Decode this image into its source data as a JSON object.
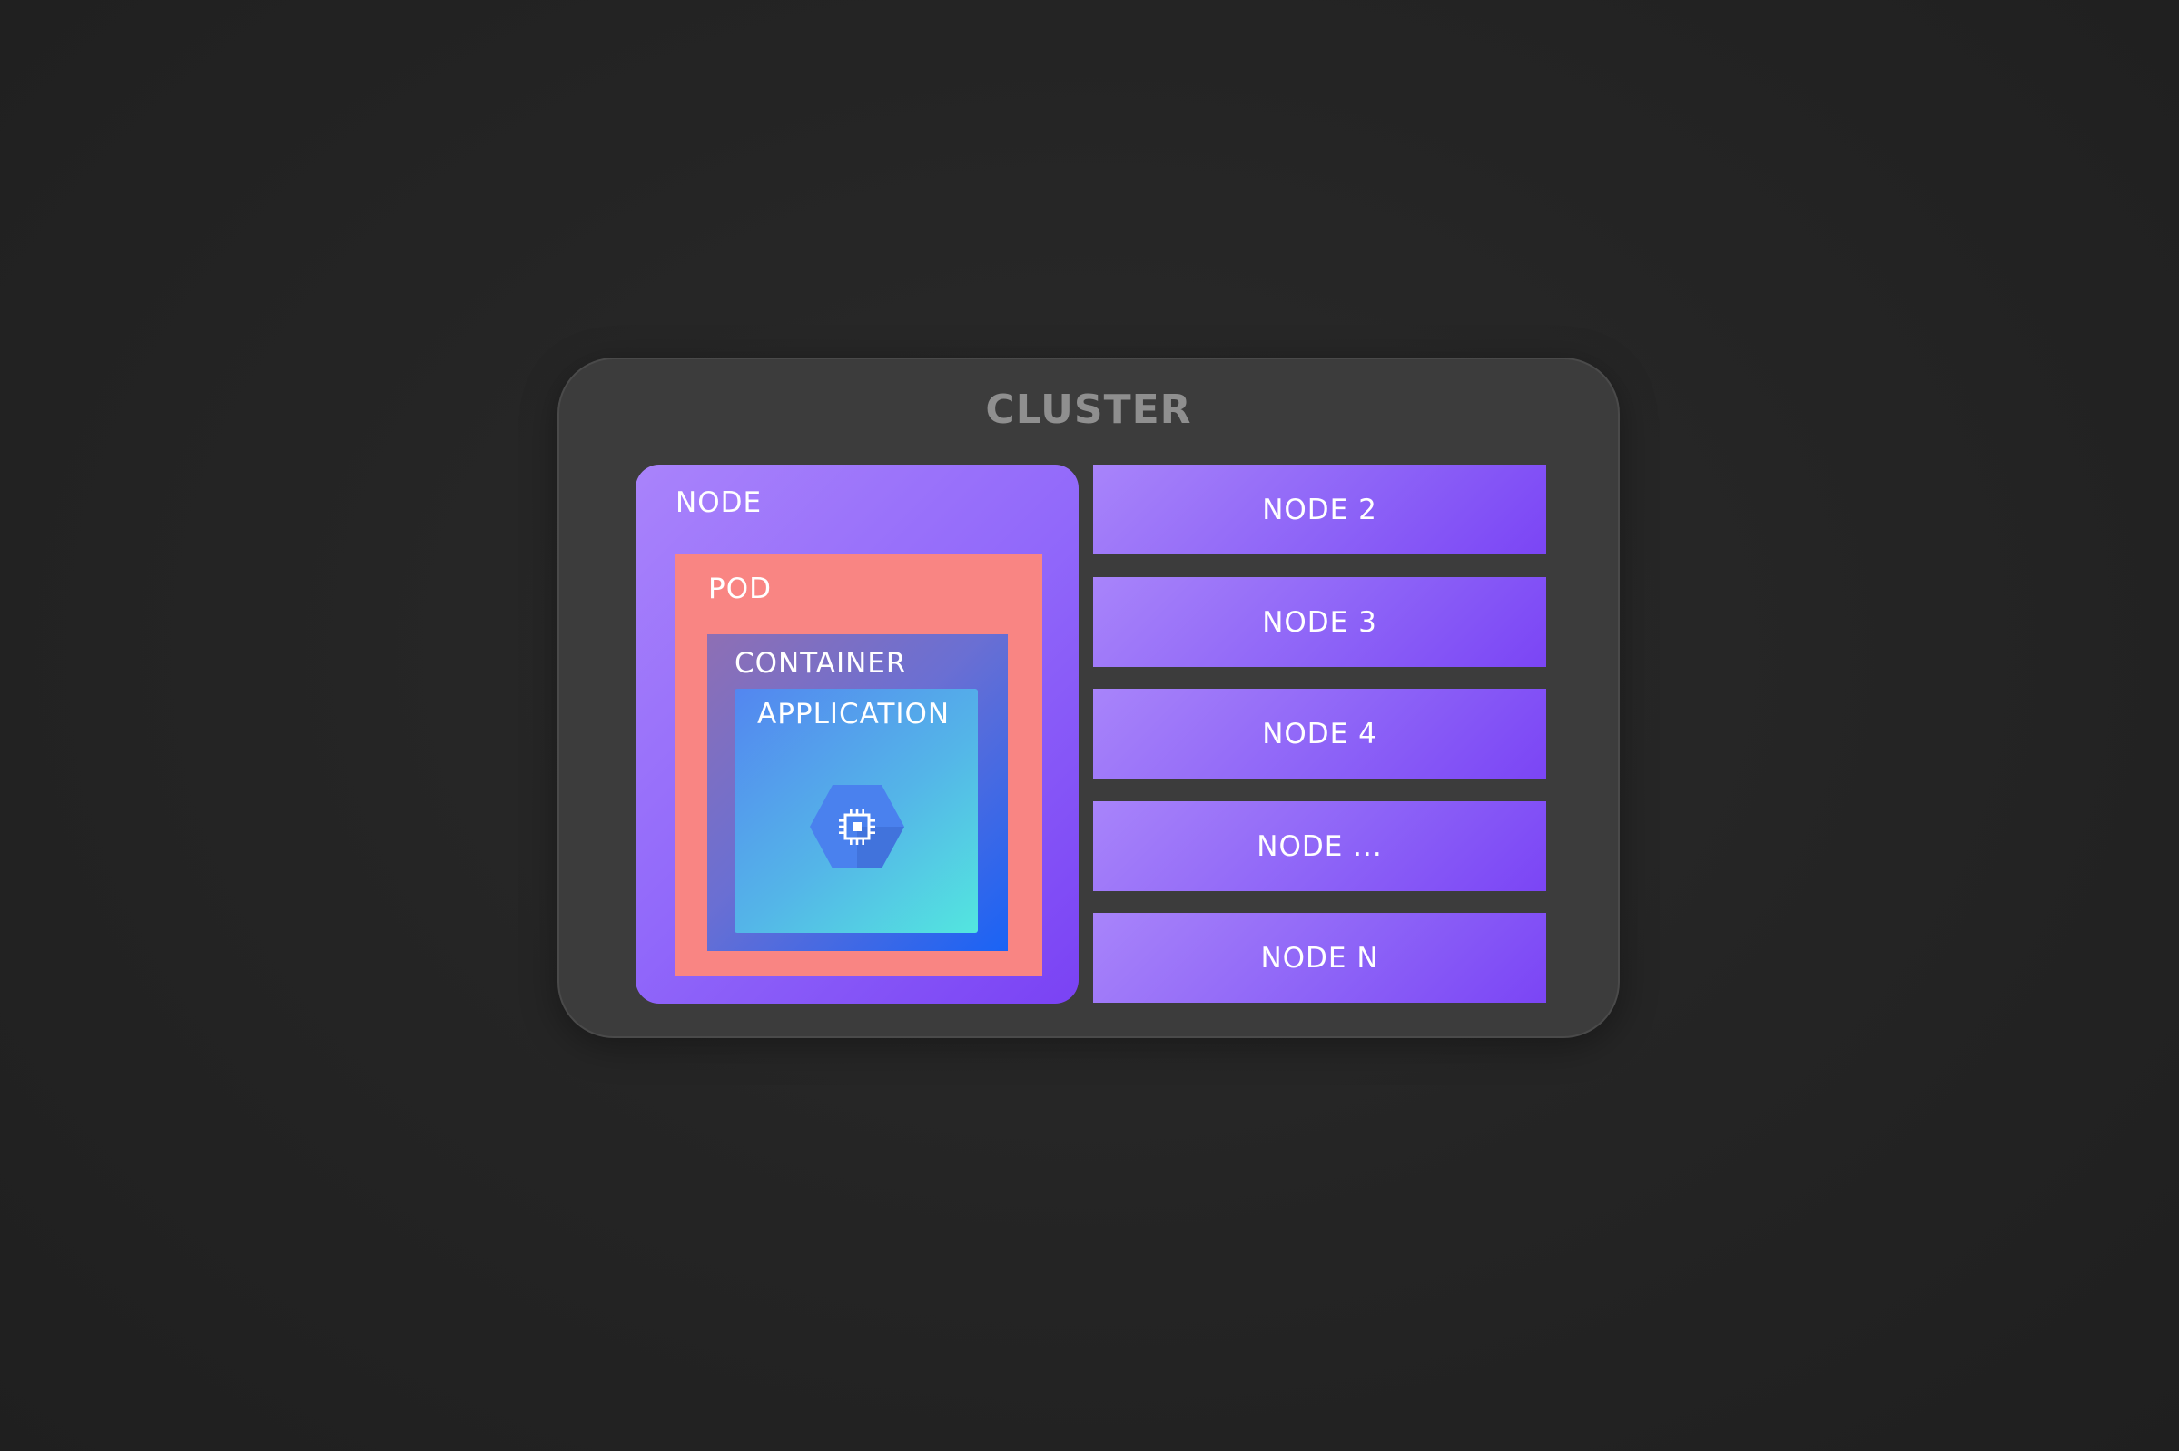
{
  "cluster": {
    "title": "CLUSTER"
  },
  "node": {
    "label": "NODE",
    "pod": {
      "label": "POD",
      "container": {
        "label": "CONTAINER",
        "application": {
          "label": "APPLICATION",
          "icon": "compute-engine-chip-icon"
        }
      }
    }
  },
  "other_nodes": [
    {
      "label": "NODE 2"
    },
    {
      "label": "NODE 3"
    },
    {
      "label": "NODE 4"
    },
    {
      "label": "NODE ..."
    },
    {
      "label": "NODE N"
    }
  ],
  "colors": {
    "background": "#242424",
    "cluster": "#3c3c3c",
    "cluster_title": "#8f8f8f",
    "node": "#9168fa",
    "pod": "#f98583",
    "container": "#6a6fd3",
    "application": "#54b5e8",
    "icon_hexagon": "#4a81ee"
  }
}
